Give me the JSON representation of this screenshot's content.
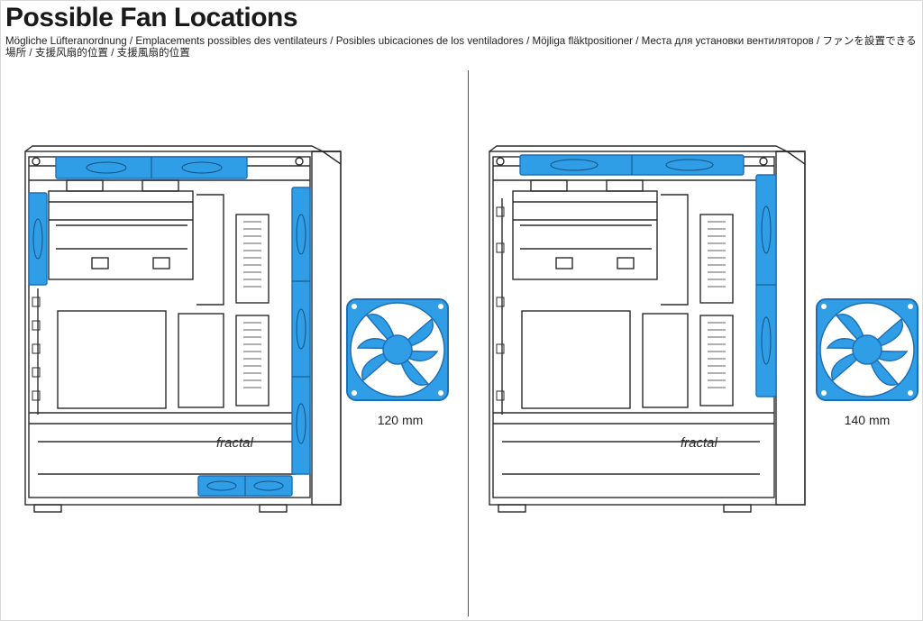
{
  "page": {
    "title": "Possible Fan Locations",
    "subtitle": "Mögliche Lüfteranordnung / Emplacements possibles des ventilateurs / Posibles ubicaciones de los ventiladores / Möjliga fläktpositioner / Места для установки вентиляторов / ファンを設置できる場所 / 支援风扇的位置 / 支援風扇的位置"
  },
  "brand": {
    "left_logo": "fractal",
    "right_logo": "fractal"
  },
  "fans": {
    "left_size": "120 mm",
    "right_size": "140 mm"
  },
  "colors": {
    "fan_blue": "#2f9ee6",
    "fan_blue_dark": "#1d6fb5",
    "line": "#2b2b2b"
  },
  "icons": [
    "fan-120mm-icon",
    "fan-140mm-icon"
  ]
}
